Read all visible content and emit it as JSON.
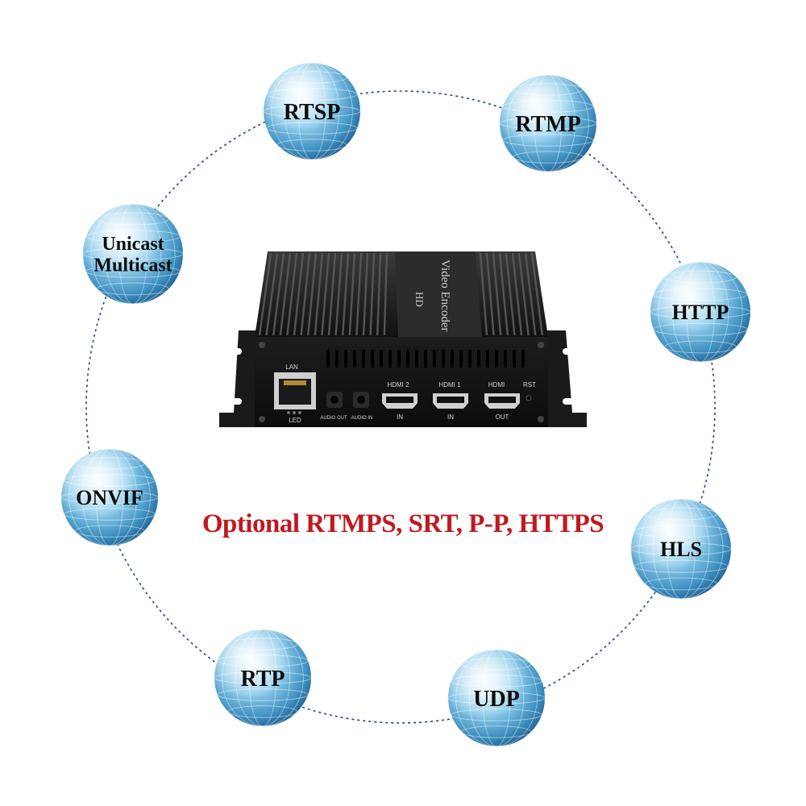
{
  "globes": [
    {
      "id": "rtsp",
      "lines": [
        "RTSP"
      ]
    },
    {
      "id": "rtmp",
      "lines": [
        "RTMP"
      ]
    },
    {
      "id": "unicast-multicast",
      "lines": [
        "Unicast",
        "Multicast"
      ]
    },
    {
      "id": "http",
      "lines": [
        "HTTP"
      ]
    },
    {
      "id": "onvif",
      "lines": [
        "ONVIF"
      ]
    },
    {
      "id": "hls",
      "lines": [
        "HLS"
      ]
    },
    {
      "id": "rtp",
      "lines": [
        "RTP"
      ]
    },
    {
      "id": "udp",
      "lines": [
        "UDP"
      ]
    }
  ],
  "tagline": "Optional RTMPS, SRT, P-P,  HTTPS",
  "device": {
    "lid_text": "Video Encoder",
    "lid_logo": "HD",
    "lan_label": "LAN",
    "led_label": "LED",
    "audio_out_label": "AUDIO OUT",
    "audio_in_label": "AUDIO IN",
    "hdmi2_label": "HDMI 2",
    "hdmi1_label": "HDMI 1",
    "hdmi_out_label": "HDMI",
    "rst_label": "RST",
    "in_label_1": "IN",
    "in_label_2": "IN",
    "out_label": "OUT"
  },
  "colors": {
    "tagline": "#c0191f",
    "ring": "#2a3f9a",
    "globe": "#5aaed4",
    "device": "#1b1b1b"
  }
}
